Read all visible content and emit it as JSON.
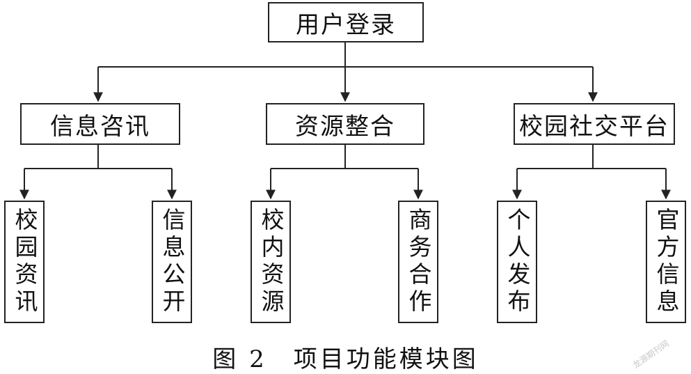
{
  "root": {
    "label": "用户登录"
  },
  "categories": [
    {
      "label": "信息咨讯",
      "children": [
        "校园资讯",
        "信息公开"
      ]
    },
    {
      "label": "资源整合",
      "children": [
        "校内资源",
        "商务合作"
      ]
    },
    {
      "label": "校园社交平台",
      "children": [
        "个人发布",
        "官方信息"
      ]
    }
  ],
  "caption": "图 2　项目功能模块图",
  "watermark": "龙源期刊网"
}
